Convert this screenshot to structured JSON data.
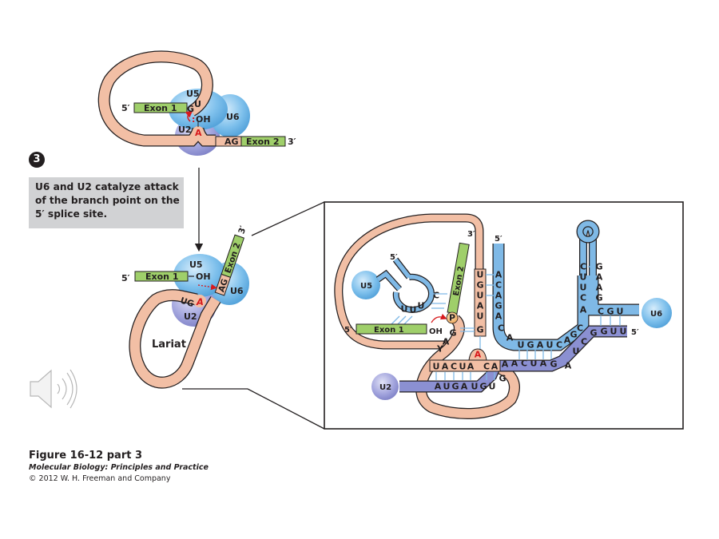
{
  "step": {
    "number": "3",
    "description": "U6 and U2 catalyze attack of the branch point on the 5′ splice site."
  },
  "top_diagram": {
    "snrnps": [
      "U5",
      "U6",
      "U2"
    ],
    "exon1": "Exon 1",
    "exon2": "Exon 2",
    "five_prime": "5′",
    "three_prime": "3′",
    "gu": "GU",
    "g": "G",
    "u": "U",
    "oh": "OH",
    "colon": ":",
    "branch_a": "A",
    "ag": "AG"
  },
  "middle_diagram": {
    "snrnps": [
      "U5",
      "U6",
      "U2"
    ],
    "exon1": "Exon 1",
    "exon2": "Exon 2",
    "five_prime": "5′",
    "three_prime": "3′",
    "oh": "OH",
    "ug": "UG",
    "branch_a": "A",
    "ag": "AG",
    "lariat": "Lariat"
  },
  "detail": {
    "u5": "U5",
    "u6": "U6",
    "u2": "U2",
    "exon1": "Exon 1",
    "exon2": "Exon 2",
    "five_prime": "5′",
    "three_prime": "3′",
    "oh": "OH",
    "phosphate": "P",
    "branch_a": "A",
    "u5_loop": [
      "U",
      "U",
      "U",
      "C"
    ],
    "intron_stem": [
      "U",
      "G",
      "U",
      "A",
      "U",
      "G"
    ],
    "u6_left_stem": [
      "A",
      "C",
      "A",
      "G",
      "A",
      "C"
    ],
    "u6_bottom": [
      "A",
      "U",
      "G",
      "A",
      "U",
      "C",
      "A",
      "G",
      "C"
    ],
    "u6_hairpin_left": [
      "C",
      "U",
      "U",
      "C",
      "A"
    ],
    "u6_hairpin_right": [
      "G",
      "A",
      "A",
      "G"
    ],
    "u6_cgu": [
      "C",
      "G",
      "U"
    ],
    "u2_guu": [
      "G",
      "U",
      "U"
    ],
    "u2_diag": [
      "G",
      "C",
      "U",
      "A"
    ],
    "u2_mid": [
      "A",
      "A",
      "C",
      "U",
      "A",
      "G"
    ],
    "intron_branch_top": [
      "U",
      "A",
      "C",
      "U",
      "A",
      "C",
      "A"
    ],
    "u2_branch_bottom": [
      "A",
      "U",
      "G",
      "A",
      "U",
      "G",
      "U"
    ],
    "u2_g": "G",
    "yag": [
      "Y",
      "A",
      "G"
    ]
  },
  "caption": {
    "title": "Figure 16-12 part 3",
    "book": "Molecular Biology: Principles and Practice",
    "copyright": "© 2012 W. H. Freeman and Company"
  },
  "colors": {
    "intron": "#f2bfa5",
    "exon": "#9fcf6a",
    "u_light": "#7ec0ec",
    "u2_purple": "#a2a4dc",
    "snrna_blue": "#7fb9e6",
    "u2_snrna": "#8b90d2",
    "branch_red": "#d7191c"
  }
}
